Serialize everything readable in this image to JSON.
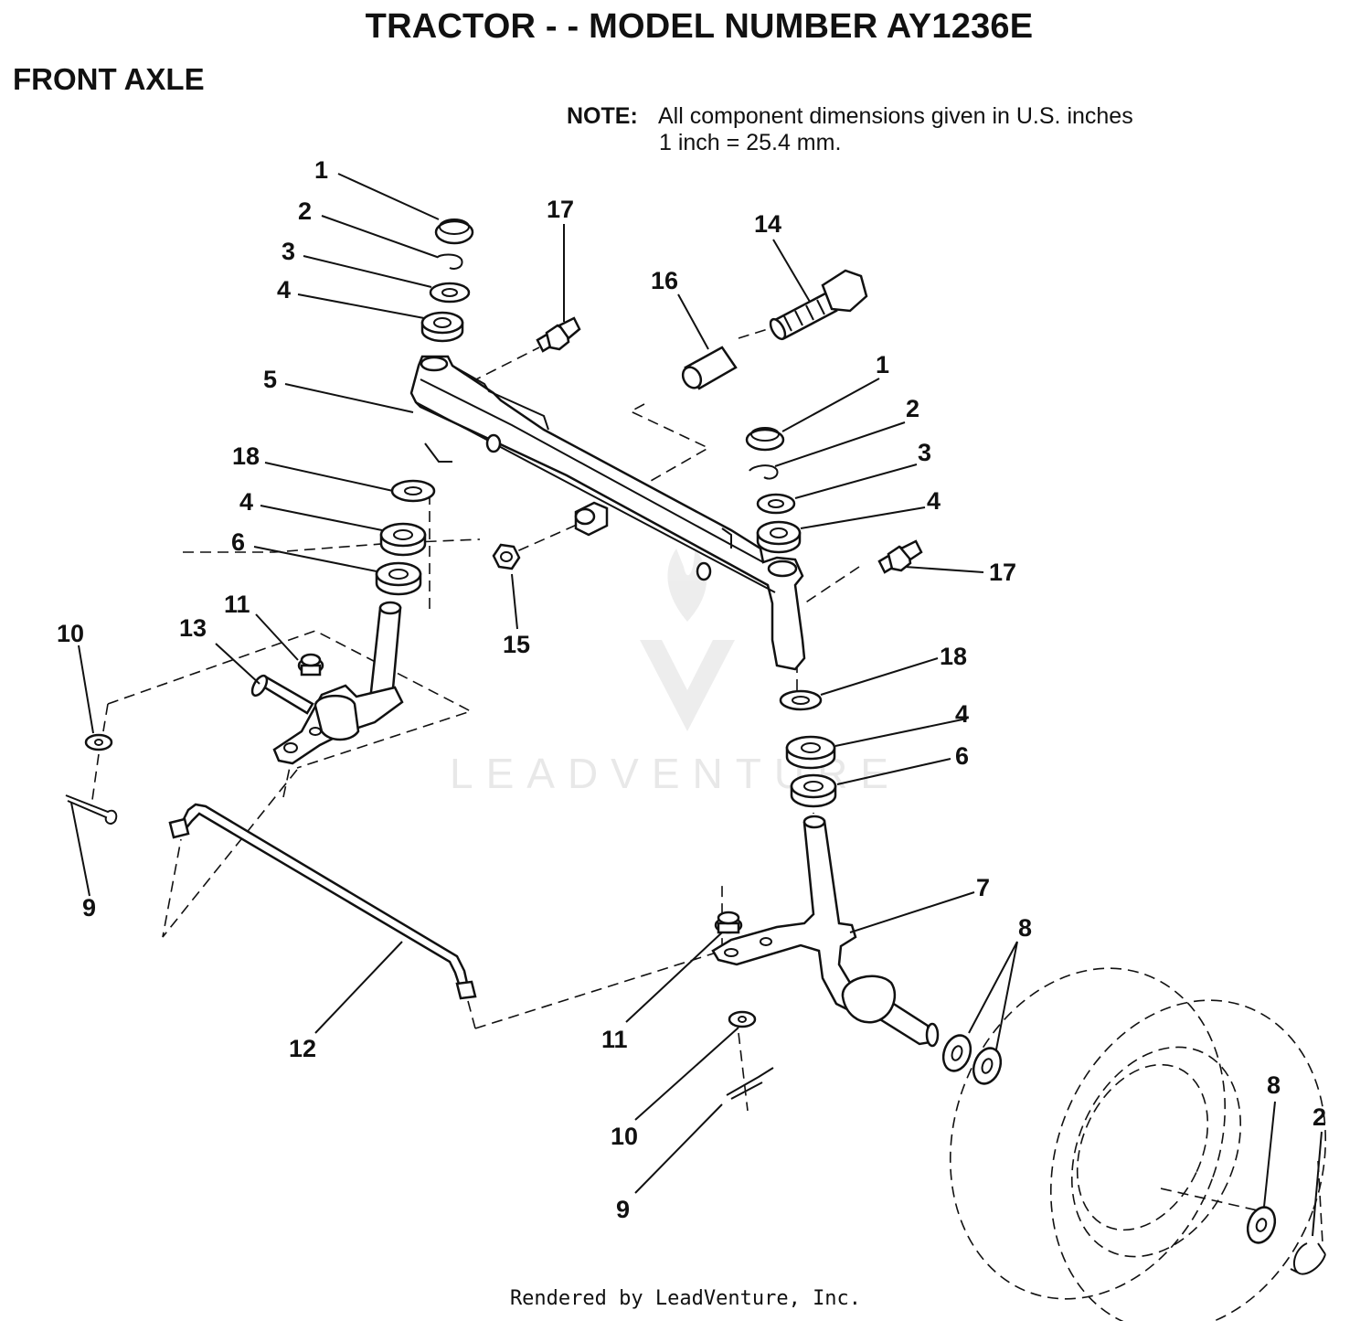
{
  "header": {
    "title": "TRACTOR - - MODEL NUMBER AY1236E",
    "section": "FRONT AXLE"
  },
  "note": {
    "label": "NOTE:",
    "line1": "All component dimensions given in U.S. inches",
    "line2": "1 inch = 25.4 mm."
  },
  "watermark": "LEADVENTURE",
  "footer": "Rendered by LeadVenture, Inc.",
  "callouts": {
    "c1": "1",
    "c2": "2",
    "c3": "3",
    "c4": "4",
    "c5": "5",
    "c6": "6",
    "c7": "7",
    "c8": "8",
    "c9": "9",
    "c10": "10",
    "c11": "11",
    "c12": "12",
    "c13": "13",
    "c14": "14",
    "c15": "15",
    "c16": "16",
    "c17": "17",
    "c18": "18"
  }
}
